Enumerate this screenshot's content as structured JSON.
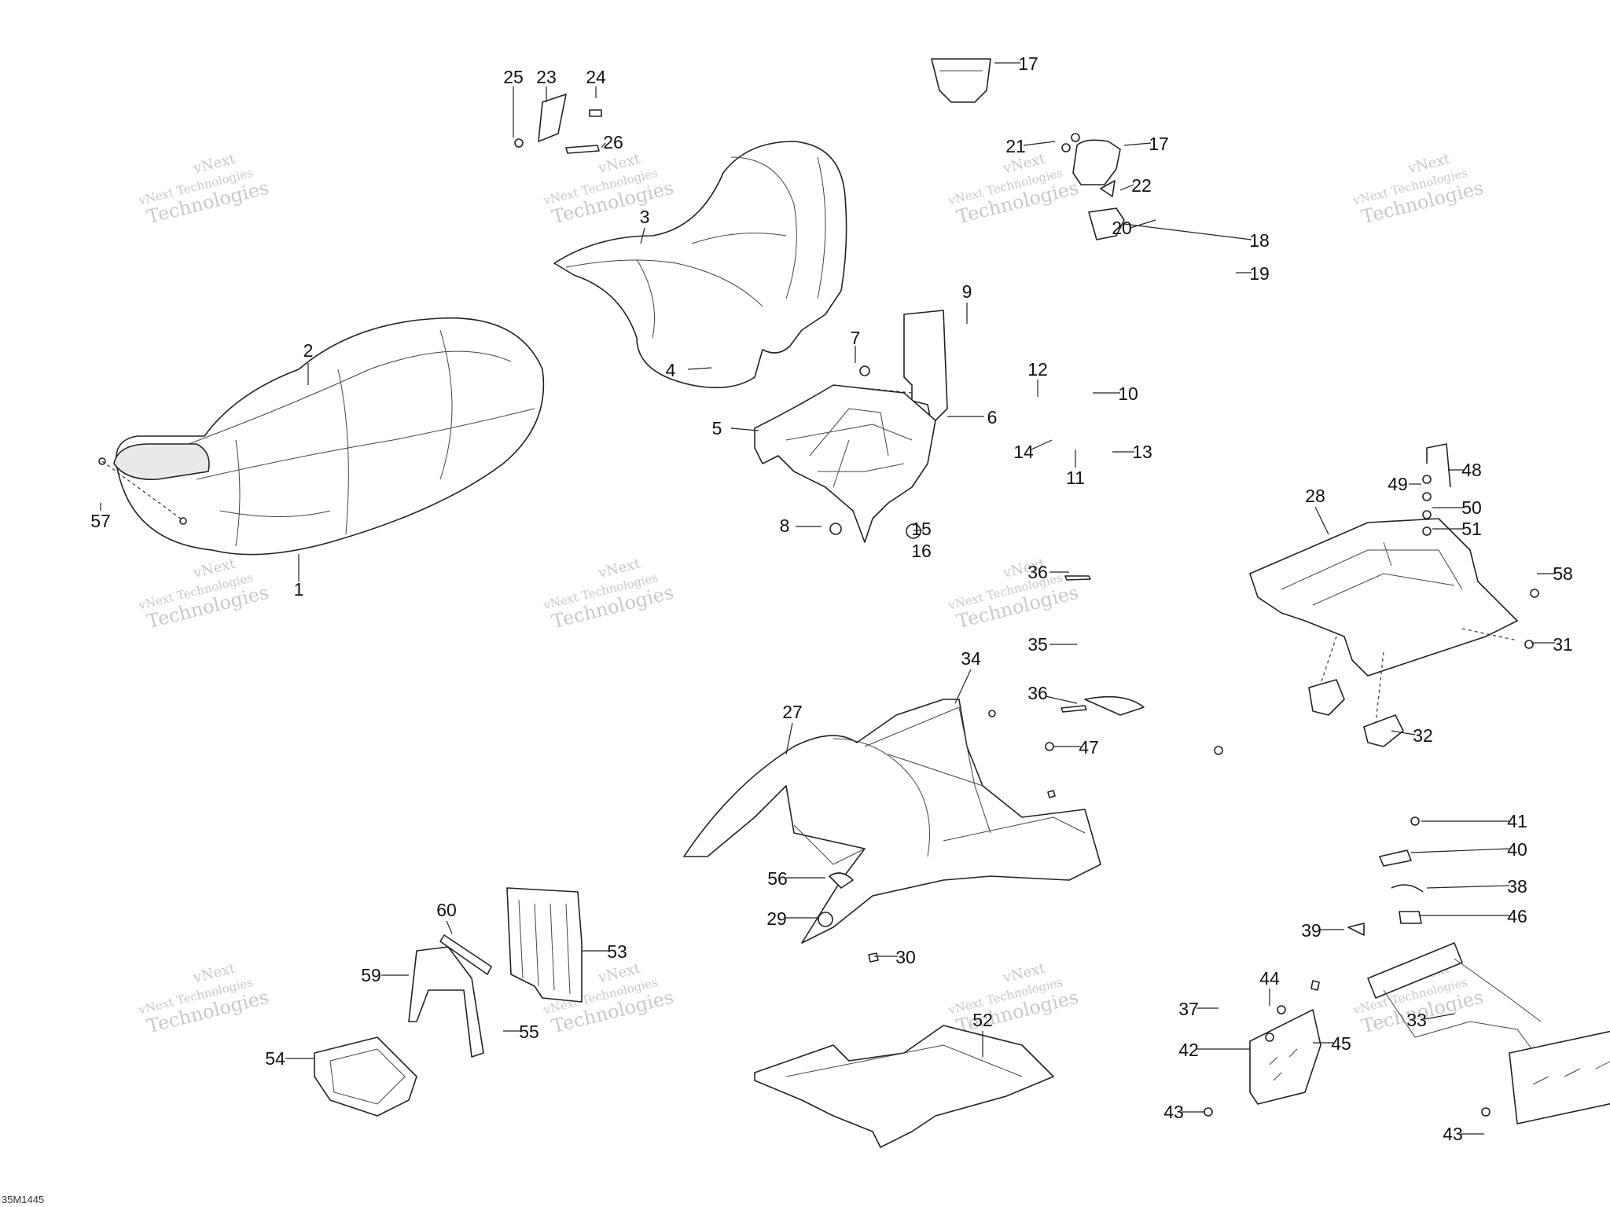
{
  "diagram": {
    "reference_code": "35M1445",
    "watermark_line1": "vNext Technologies",
    "watermark_line2": "Technologies",
    "callouts": [
      "1",
      "2",
      "3",
      "4",
      "5",
      "6",
      "7",
      "8",
      "9",
      "10",
      "11",
      "12",
      "13",
      "14",
      "15",
      "16",
      "17",
      "18",
      "19",
      "20",
      "21",
      "22",
      "23",
      "24",
      "25",
      "26",
      "27",
      "28",
      "29",
      "30",
      "31",
      "32",
      "33",
      "34",
      "35",
      "36",
      "37",
      "38",
      "39",
      "40",
      "41",
      "42",
      "43",
      "44",
      "45",
      "46",
      "47",
      "48",
      "49",
      "50",
      "51",
      "52",
      "53",
      "54",
      "55",
      "56",
      "57",
      "58",
      "59",
      "60"
    ]
  }
}
